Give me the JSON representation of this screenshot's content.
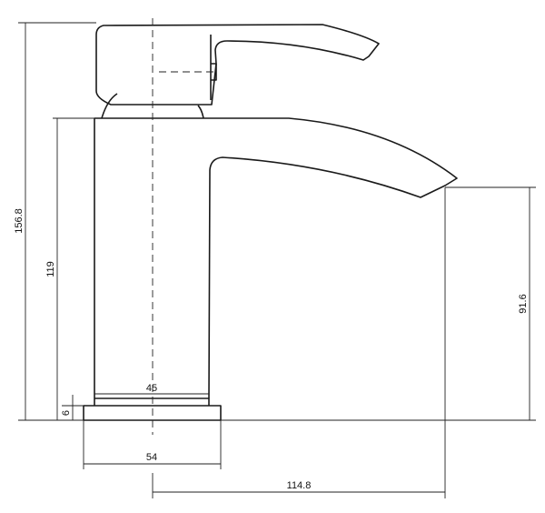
{
  "dimensions": {
    "overall_height": "156.8",
    "body_height": "119",
    "spout_height": "91.6",
    "base_thickness": "6",
    "body_width": "45",
    "base_width": "54",
    "projection": "114.8"
  },
  "colors": {
    "line": "#1a1a1a",
    "background": "#ffffff"
  }
}
